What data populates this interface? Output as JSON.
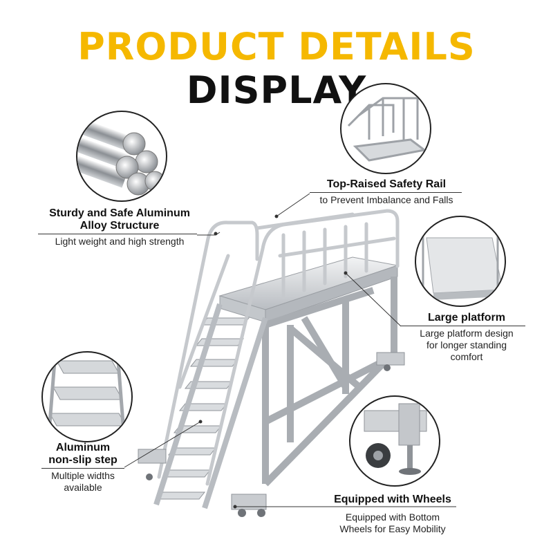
{
  "title": {
    "part1": "PRODUCT DETAILS",
    "part2": "DISPLAY"
  },
  "callouts": {
    "structure": {
      "heading_l1": "Sturdy and Safe Aluminum",
      "heading_l2": "Alloy Structure",
      "sub": "Light weight and high strength"
    },
    "rail": {
      "heading": "Top-Raised Safety Rail",
      "sub": "to Prevent Imbalance and Falls"
    },
    "platform": {
      "heading": "Large platform",
      "sub_l1": "Large platform design",
      "sub_l2": "for longer standing",
      "sub_l3": "comfort"
    },
    "step": {
      "heading_l1": "Aluminum",
      "heading_l2": "non-slip step",
      "sub_l1": "Multiple widths",
      "sub_l2": "available"
    },
    "wheels": {
      "heading": "Equipped with Wheels",
      "sub_l1": "Equipped with Bottom",
      "sub_l2": "Wheels for Easy Mobility"
    }
  },
  "colors": {
    "accent": "#f5b800",
    "text": "#111111",
    "metal": "#c9ccd0"
  }
}
